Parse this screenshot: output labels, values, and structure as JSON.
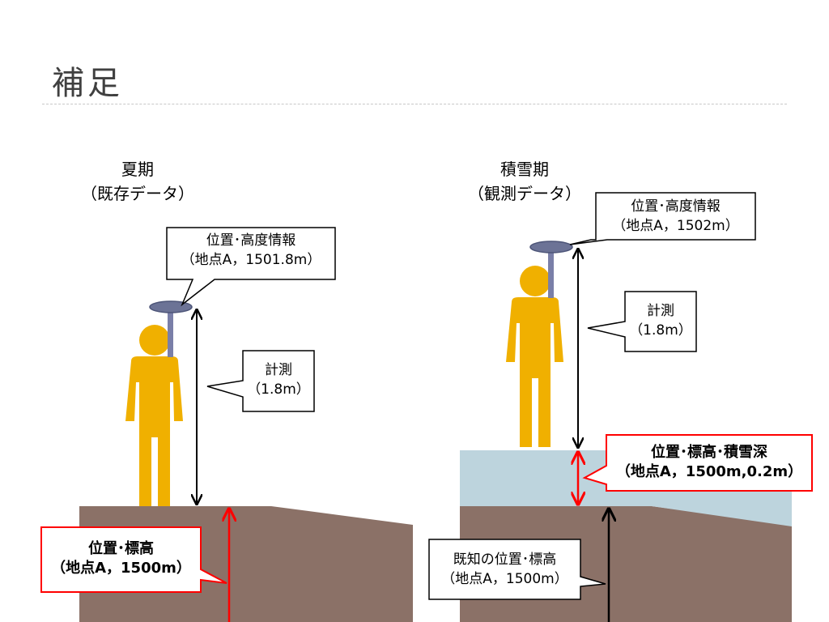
{
  "slide": {
    "title": "補足"
  },
  "summer": {
    "heading_line1": "夏期",
    "heading_line2": "（既存データ）",
    "gps_callout": {
      "line1": "位置･高度情報",
      "line2": "（地点A，1501.8m）"
    },
    "measure_callout": {
      "line1": "計測",
      "line2": "（1.8m）"
    },
    "ground_callout": {
      "line1": "位置･標高",
      "line2": "（地点A，1500m）"
    }
  },
  "winter": {
    "heading_line1": "積雪期",
    "heading_line2": "（観測データ）",
    "gps_callout": {
      "line1": "位置･高度情報",
      "line2": "（地点A，1502m）"
    },
    "measure_callout": {
      "line1": "計測",
      "line2": "（1.8m）"
    },
    "snow_callout": {
      "line1": "位置･標高･積雪深",
      "line2": "（地点A，1500m,0.2m）"
    },
    "ground_callout": {
      "line1": "既知の位置･標高",
      "line2": "（地点A，1500m）"
    }
  },
  "colors": {
    "ground": "#8b7167",
    "snow": "#bdd4dd",
    "person": "#f0b000",
    "pole": "#7a7fa8",
    "antenna": "#6c7396",
    "red": "#ff0000"
  }
}
